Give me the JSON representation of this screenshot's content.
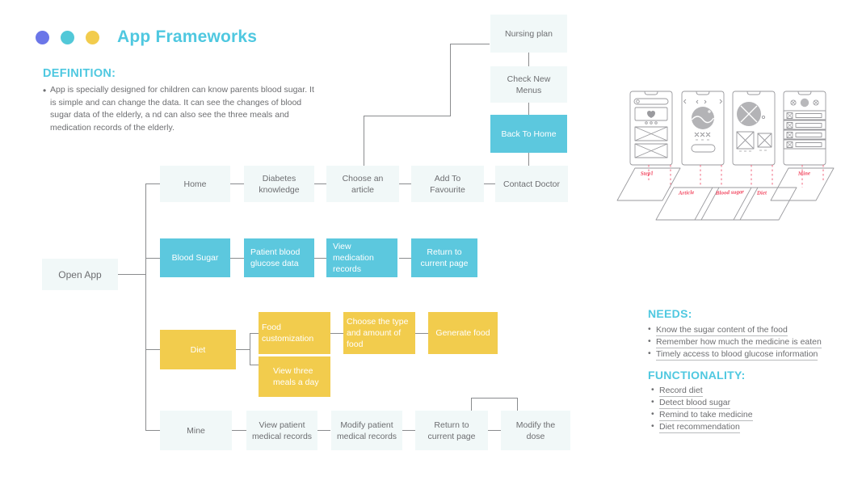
{
  "header": {
    "title": "App Frameworks",
    "dots": [
      "purple-dot",
      "cyan-dot",
      "yellow-dot"
    ],
    "colors": {
      "purple": "#6b76e8",
      "cyan": "#52c8d8",
      "yellow": "#f2cc4d",
      "accent": "#4fc8e0"
    }
  },
  "definition": {
    "heading": "DEFINITION:",
    "text": "App is specially designed for children can know parents blood sugar. It is simple and can change the data. It can see the changes of blood sugar data of the elderly, a nd can also see the three meals and medication records of the elderly."
  },
  "flow": {
    "root": "Open App",
    "nodes": {
      "nursing_plan": "Nursing plan",
      "check_new_menus": "Check New Menus",
      "back_to_home": "Back To Home",
      "home": "Home",
      "diabetes_knowledge": "Diabetes knowledge",
      "choose_an_article": "Choose an article",
      "add_to_favourite": "Add To Favourite",
      "contact_doctor": "Contact Doctor",
      "blood_sugar": "Blood Sugar",
      "patient_blood_glucose_data": "Patient blood glucose data",
      "view_medication_records": "View medication records",
      "return_to_current_page_1": "Return to current page",
      "diet": "Diet",
      "food_customization": "Food customization",
      "choose_type_amount": "Choose the type and amount of food",
      "generate_food": "Generate food",
      "view_three_meals": "View three meals a day",
      "mine": "Mine",
      "view_patient_medical_records": "View patient medical records",
      "modify_patient_medical_records": "Modify patient medical records",
      "return_to_current_page_2": "Return to current page",
      "modify_the_dose": "Modify the dose"
    },
    "colors": {
      "light": "#f1f8f8",
      "cyan": "#5cc8de",
      "yellow": "#f2cc4d",
      "line": "#8a8c8e"
    }
  },
  "needs": {
    "heading": "NEEDS:",
    "items": [
      "Know the sugar content of the food",
      "Remember how much the medicine is eaten",
      "Timely access to blood glucose information"
    ]
  },
  "functionality": {
    "heading": "FUNCTIONALITY:",
    "items": [
      "Record diet",
      "Detect blood sugar",
      "Remind to take medicine",
      "Diet recommendation "
    ]
  },
  "sketch": {
    "labels": [
      "Step1",
      "Article",
      "Blood sugar",
      "Diet",
      "Mine"
    ],
    "screens": [
      "home-wireframe",
      "article-wireframe",
      "blood-sugar-wireframe",
      "mine-wireframe"
    ]
  }
}
